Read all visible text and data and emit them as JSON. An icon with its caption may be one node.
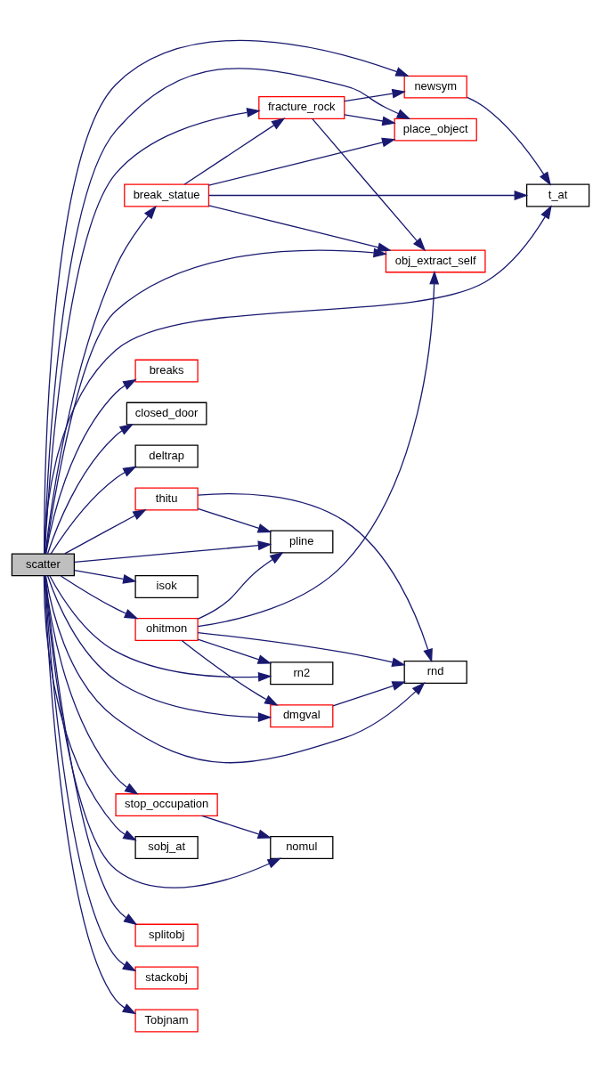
{
  "diagram": {
    "nodes": [
      {
        "text": [
          "scatter"
        ]
      },
      {
        "text": [
          "newsym"
        ]
      },
      {
        "text": [
          "fracture_rock"
        ]
      },
      {
        "text": [
          "place_object"
        ]
      },
      {
        "text": [
          "break_statue"
        ]
      },
      {
        "text": [
          "t_at"
        ]
      },
      {
        "text": [
          "obj_extract_self"
        ]
      },
      {
        "text": [
          "breaks"
        ]
      },
      {
        "text": [
          "closed_door"
        ]
      },
      {
        "text": [
          "deltrap"
        ]
      },
      {
        "text": [
          "ohitmon"
        ]
      },
      {
        "text": [
          "dmgval"
        ]
      },
      {
        "text": [
          "isok"
        ]
      },
      {
        "text": [
          "rn2"
        ]
      },
      {
        "text": [
          "rnd"
        ]
      },
      {
        "text": [
          "pline"
        ]
      },
      {
        "text": [
          "thitu"
        ]
      },
      {
        "text": [
          "stop_occupation"
        ]
      },
      {
        "text": [
          "sobj_at"
        ]
      },
      {
        "text": [
          "nomul"
        ]
      },
      {
        "text": [
          "splitobj"
        ]
      },
      {
        "text": [
          "stackobj"
        ]
      },
      {
        "text": [
          "Tobjnam"
        ]
      }
    ],
    "edges": [
      {
        "from": 0,
        "to": 1,
        "arrow": "to"
      },
      {
        "from": 0,
        "to": 2,
        "arrow": "to"
      },
      {
        "from": 0,
        "to": 3,
        "arrow": "to"
      },
      {
        "from": 0,
        "to": 4,
        "arrow": "to"
      },
      {
        "from": 0,
        "to": 6,
        "arrow": "to"
      },
      {
        "from": 0,
        "to": 5,
        "arrow": "to"
      },
      {
        "from": 0,
        "to": 7,
        "arrow": "to"
      },
      {
        "from": 0,
        "to": 8,
        "arrow": "to"
      },
      {
        "from": 0,
        "to": 9,
        "arrow": "to"
      },
      {
        "from": 0,
        "to": 11,
        "arrow": "to"
      },
      {
        "from": 0,
        "to": 10,
        "arrow": "to"
      },
      {
        "from": 0,
        "to": 12,
        "arrow": "to"
      },
      {
        "from": 0,
        "to": 13,
        "arrow": "to"
      },
      {
        "from": 0,
        "to": 15,
        "arrow": "to"
      },
      {
        "from": 0,
        "to": 16,
        "arrow": "to"
      },
      {
        "from": 0,
        "to": 17,
        "arrow": "to"
      },
      {
        "from": 0,
        "to": 18,
        "arrow": "to"
      },
      {
        "from": 0,
        "to": 20,
        "arrow": "to"
      },
      {
        "from": 0,
        "to": 21,
        "arrow": "to"
      },
      {
        "from": 0,
        "to": 19,
        "arrow": "to"
      },
      {
        "from": 0,
        "to": 14,
        "arrow": "to"
      },
      {
        "from": 0,
        "to": 22,
        "arrow": "to"
      },
      {
        "from": 2,
        "to": 1,
        "arrow": "to"
      },
      {
        "from": 2,
        "to": 3,
        "arrow": "to"
      },
      {
        "from": 2,
        "to": 6,
        "arrow": "to"
      },
      {
        "from": 4,
        "to": 2,
        "arrow": "to"
      },
      {
        "from": 4,
        "to": 3,
        "arrow": "to"
      },
      {
        "from": 4,
        "to": 5,
        "arrow": "to"
      },
      {
        "from": 4,
        "to": 6,
        "arrow": "to"
      },
      {
        "from": 1,
        "to": 5,
        "arrow": "to"
      },
      {
        "from": 10,
        "to": 6,
        "arrow": "to"
      },
      {
        "from": 10,
        "to": 11,
        "arrow": "to"
      },
      {
        "from": 10,
        "to": 14,
        "arrow": "to"
      },
      {
        "from": 10,
        "to": 13,
        "arrow": "to"
      },
      {
        "from": 10,
        "to": 15,
        "arrow": "to"
      },
      {
        "from": 11,
        "to": 14,
        "arrow": "to"
      },
      {
        "from": 16,
        "to": 15,
        "arrow": "to"
      },
      {
        "from": 16,
        "to": 14,
        "arrow": "to"
      },
      {
        "from": 17,
        "to": 19,
        "arrow": "to"
      }
    ]
  }
}
